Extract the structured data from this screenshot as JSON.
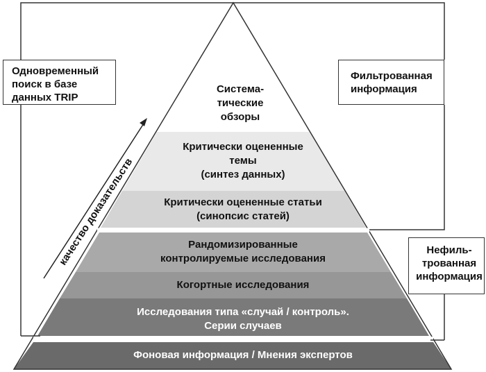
{
  "boxes": {
    "trip": "Одновременный\nпоиск в базе\nданных TRIP",
    "filtered": "Фильтрованная\nинформация",
    "unfiltered": "Нефиль-\nтрованная\nинформация"
  },
  "axis_label": "качество доказательств",
  "levels": [
    "Система-\nтические\nобзоры",
    "Критически оцененные\nтемы\n(синтез данных)",
    "Критически оцененные статьи\n(синопсис статей)",
    "Рандомизированные\nконтролируемые исследования",
    "Когортные исследования",
    "Исследования типа «случай / контроль».\nСерии случаев",
    "Фоновая информация / Мнения экспертов"
  ],
  "colors": {
    "level_fills": [
      "#ffffff",
      "#e9e9e9",
      "#d4d4d4",
      "#a9a9a9",
      "#979797",
      "#7a7a7a",
      "#6a6a6a"
    ],
    "outline": "#333333"
  }
}
